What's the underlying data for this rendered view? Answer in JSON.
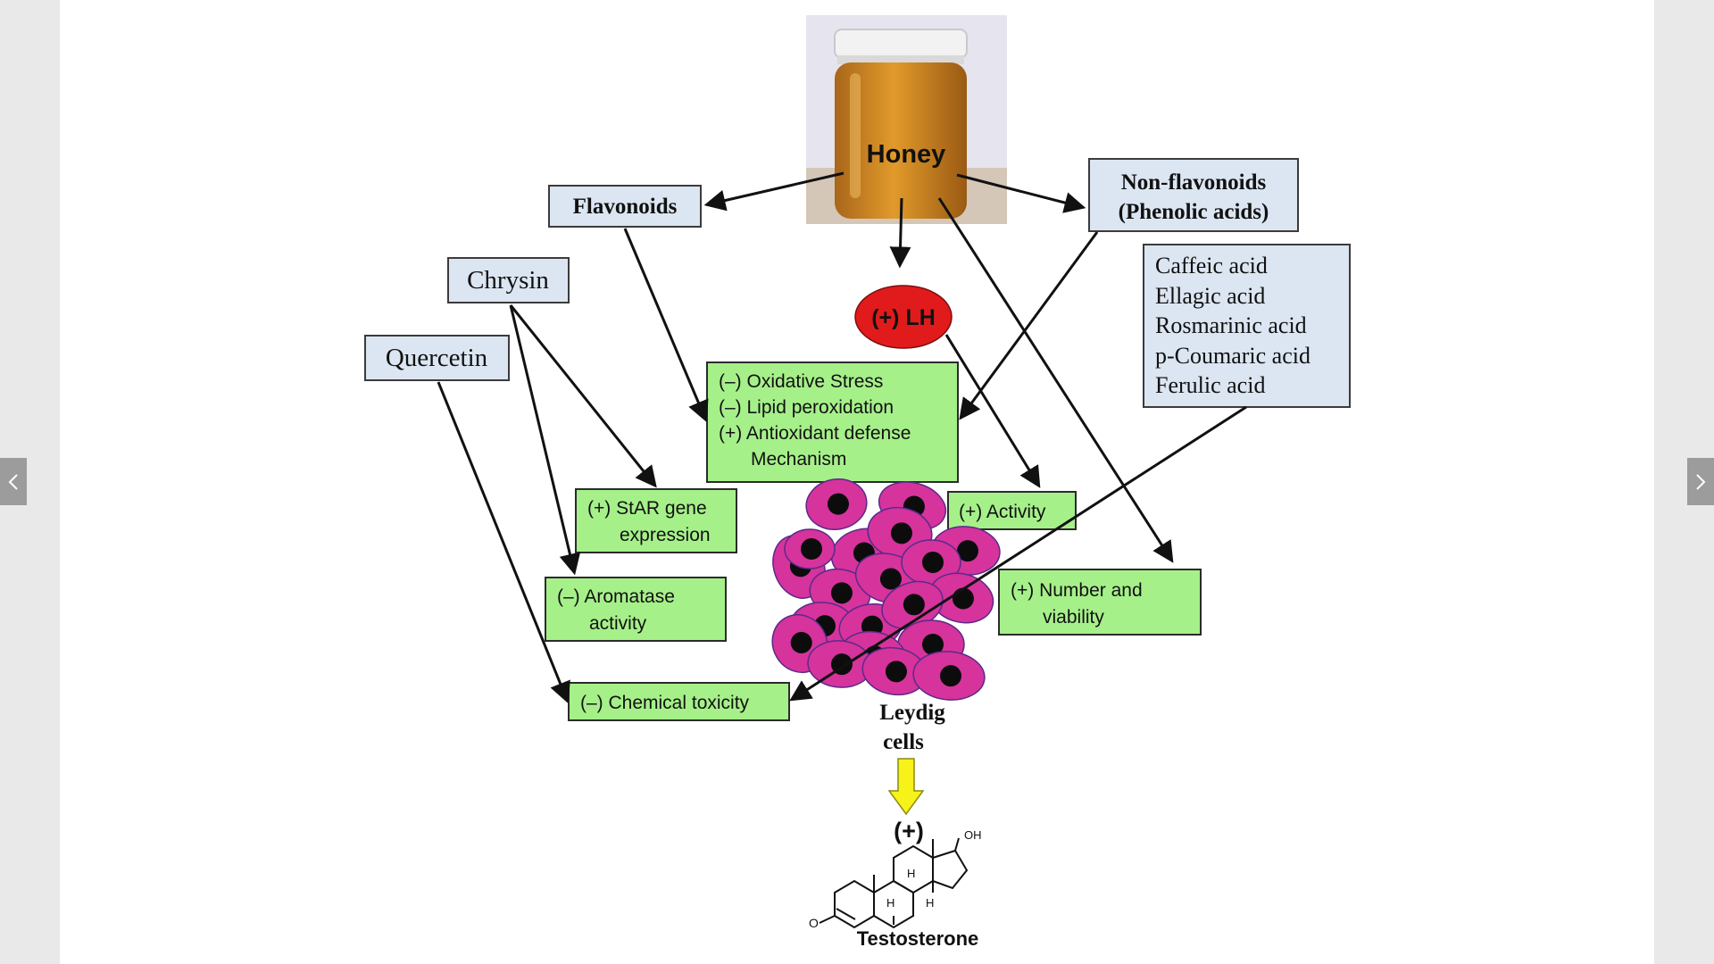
{
  "viewer": {
    "prev_icon": "chevron-left-icon",
    "next_icon": "chevron-right-icon"
  },
  "diagram": {
    "honey_label": "Honey",
    "flavonoids": "Flavonoids",
    "non_flavonoids": [
      "Non-flavonoids",
      "(Phenolic acids)"
    ],
    "chrysin": "Chrysin",
    "quercetin": "Quercetin",
    "phenolic_acids": [
      "Caffeic acid",
      "Ellagic acid",
      "Rosmarinic acid",
      "p-Coumaric acid",
      "Ferulic acid"
    ],
    "lh": "(+) LH",
    "oxidative": [
      "(–) Oxidative Stress",
      "(–) Lipid peroxidation",
      "(+) Antioxidant defense",
      "Mechanism"
    ],
    "star": [
      "(+) StAR gene",
      "expression"
    ],
    "activity": "(+) Activity",
    "aromatase": [
      "(–) Aromatase",
      "activity"
    ],
    "number_viability": [
      "(+) Number and",
      "viability"
    ],
    "chemical_toxicity": "(–) Chemical toxicity",
    "leydig": [
      "Leydig",
      "cells"
    ],
    "plus": "(+)",
    "oh": "OH",
    "h": "H",
    "o": "O",
    "testosterone": "Testosterone"
  },
  "colors": {
    "box_blue": "#dce6f2",
    "box_green": "#a6f08a",
    "lh_red": "#e11b1b",
    "cell_magenta": "#d6339c",
    "arrow_yellow": "#f6f21a",
    "honey_amber": "#c8821e"
  }
}
